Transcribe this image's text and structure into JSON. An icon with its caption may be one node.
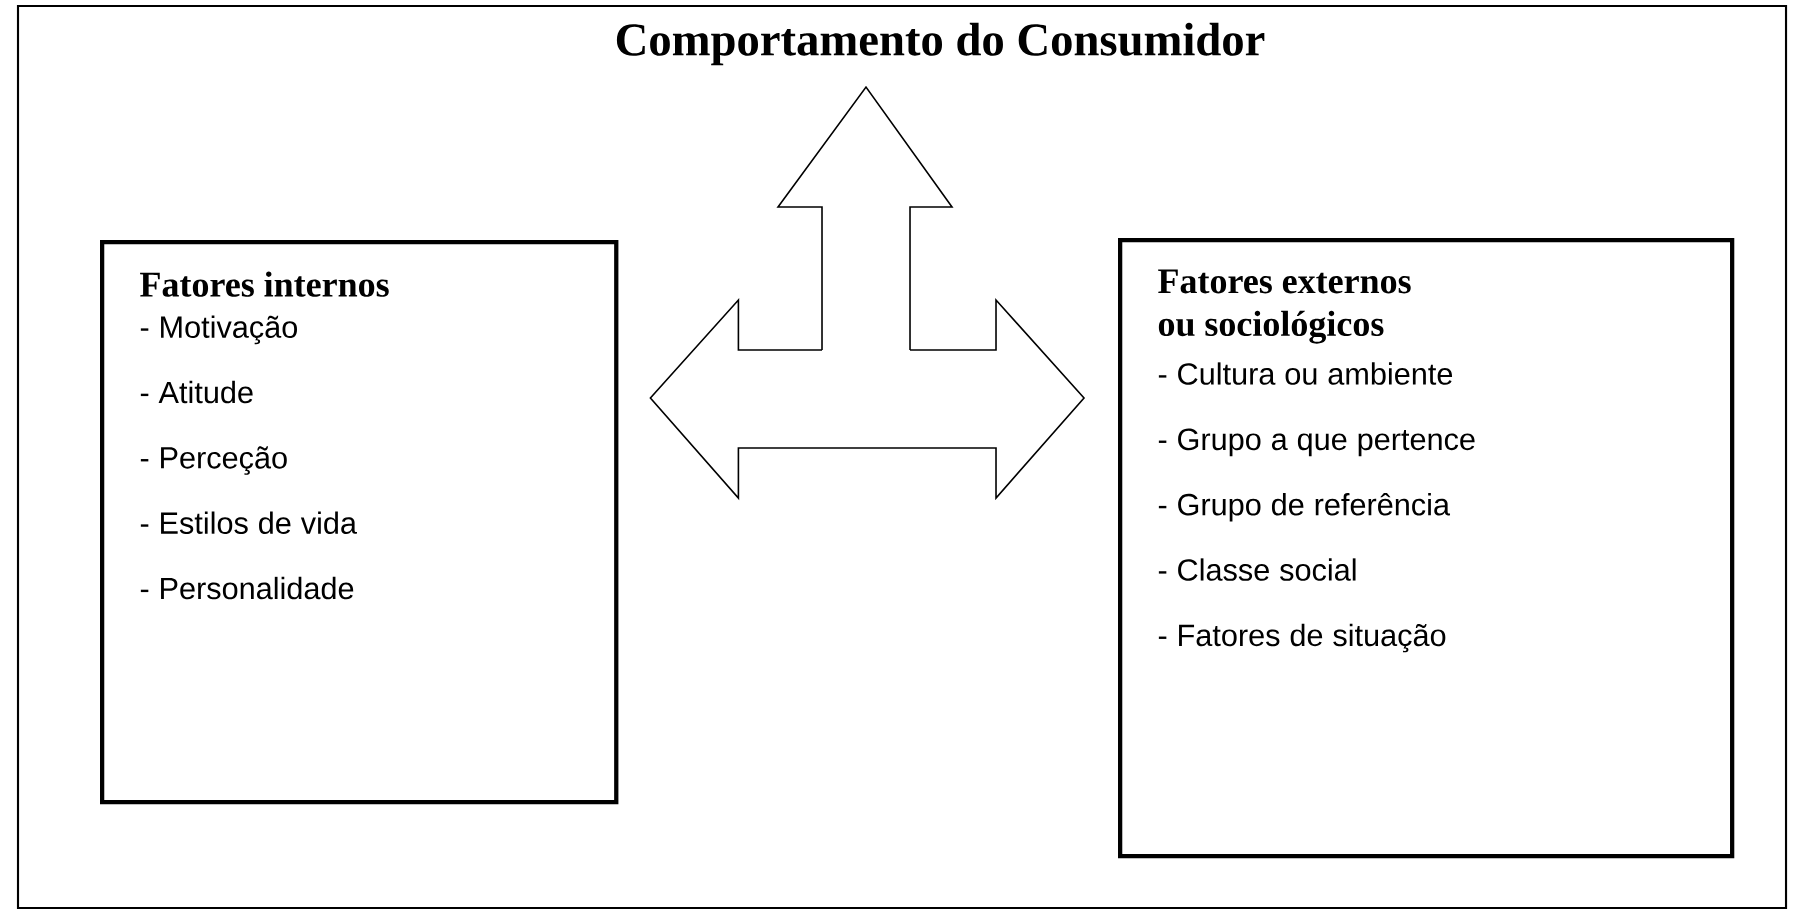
{
  "diagram": {
    "nodes": [
      {
        "text": [
          "Comportamento do Consumidor"
        ]
      },
      {
        "text": [
          "Fatores internos",
          "- Motivação",
          "- Atitude",
          "- Perceção",
          "- Estilos de vida",
          "- Personalidade"
        ]
      },
      {
        "text": [
          "Fatores externos ou sociológicos",
          "- Cultura ou ambiente",
          "- Grupo a que pertence",
          "- Grupo de referência",
          "- Classe social",
          "- Fatores de situação"
        ]
      }
    ],
    "edges": [
      {
        "from": 1,
        "to": 2,
        "arrow": "both"
      },
      {
        "from": null,
        "to": 0,
        "arrow": "to"
      }
    ]
  }
}
